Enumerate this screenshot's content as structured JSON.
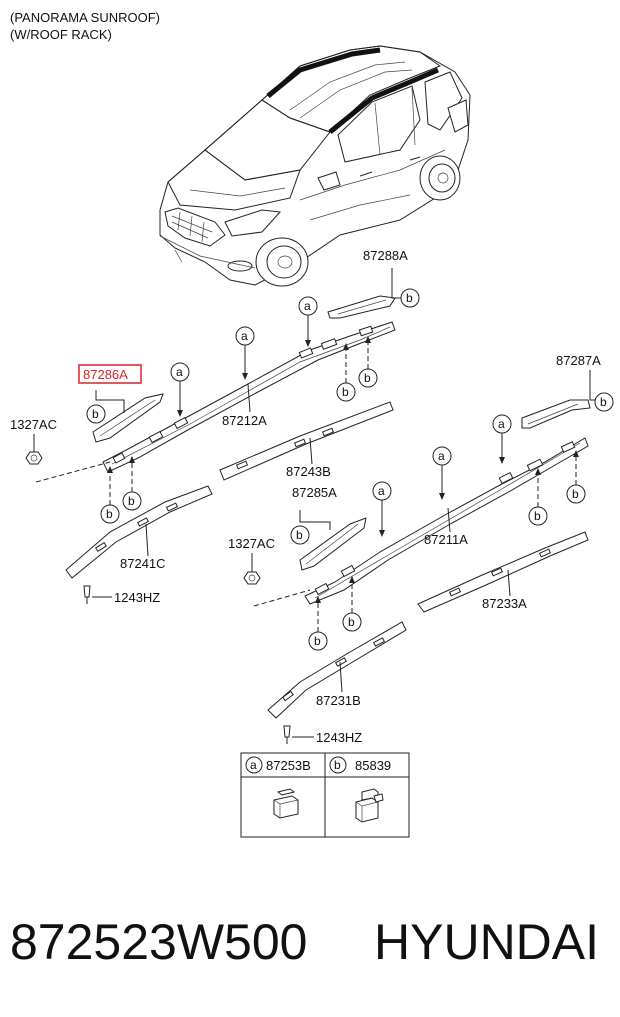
{
  "header": {
    "note_line1": "(PANORAMA SUNROOF)",
    "note_line2": "(W/ROOF RACK)"
  },
  "callouts": {
    "p87288A": "87288A",
    "p87286A": "87286A",
    "p87287A": "87287A",
    "p87212A": "87212A",
    "p87243B": "87243B",
    "p87285A": "87285A",
    "p87211A": "87211A",
    "p87241C": "87241C",
    "p87233A": "87233A",
    "p87231B": "87231B",
    "p1327AC_left": "1327AC",
    "p1327AC_mid": "1327AC",
    "p1243HZ_left": "1243HZ",
    "p1243HZ_bottom": "1243HZ"
  },
  "markers": {
    "a": "a",
    "b": "b"
  },
  "legend": {
    "a_letter": "a",
    "a_part": "87253B",
    "b_letter": "b",
    "b_part": "85839"
  },
  "highlight_color": "#d8232a",
  "footer": {
    "part_number": "872523W500",
    "brand": "HYUNDAI"
  }
}
